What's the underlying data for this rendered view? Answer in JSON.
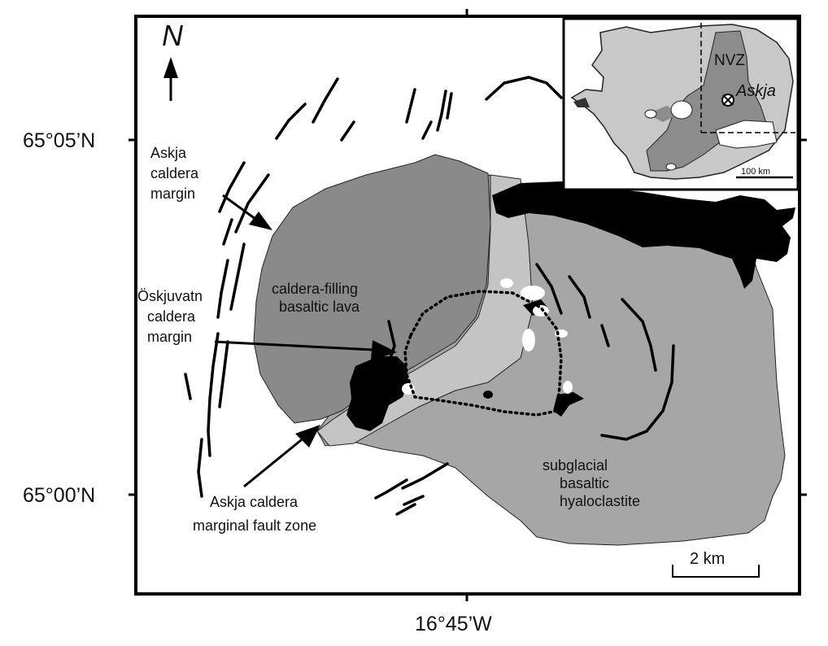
{
  "north": "N",
  "coordinates": {
    "lat_top": "65°05’N",
    "lat_bottom": "65°00’N",
    "lon": "16°45’W"
  },
  "labels": {
    "askja_caldera_margin": [
      "Askja",
      "caldera",
      "margin"
    ],
    "oskjuvatn_caldera_margin": [
      "Öskjuvatn",
      "caldera",
      "margin"
    ],
    "caldera_filling_lava": [
      "caldera-filling",
      "basaltic lava"
    ],
    "subglacial_hyaloclastite": [
      "subglacial",
      "basaltic",
      "hyaloclastite"
    ],
    "marginal_fault_zone": [
      "Askja caldera",
      "marginal fault zone"
    ]
  },
  "scale_bar": "2 km",
  "inset": {
    "nvz": "NVZ",
    "askja": "Askja",
    "scale_bar": "100 km"
  },
  "colors": {
    "caldera_fill": "#8a8a8a",
    "fault_zone": "#c4c4c4",
    "hyaloclastite": "#a6a6a6",
    "lava": "#000000"
  }
}
